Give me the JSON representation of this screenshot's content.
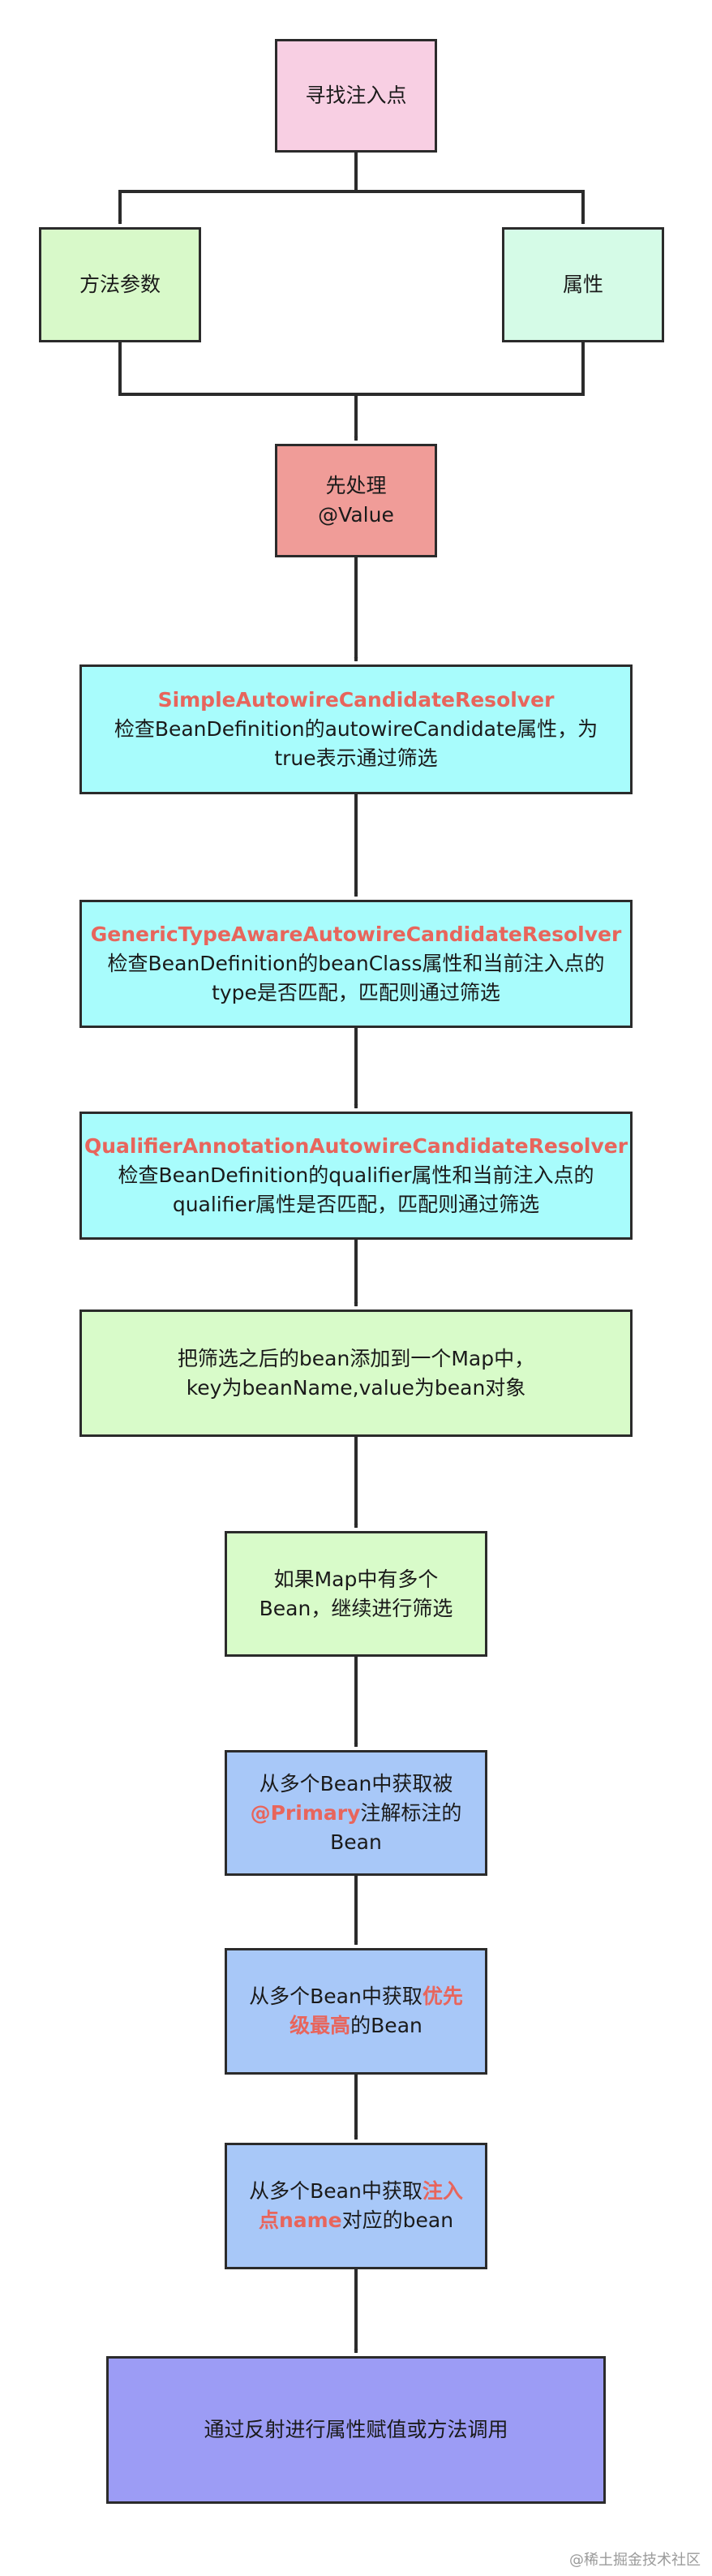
{
  "nodes": {
    "find_injection_point": {
      "text": "寻找注入点"
    },
    "method_param": {
      "text": "方法参数"
    },
    "property": {
      "text": "属性"
    },
    "process_value": {
      "line1": "先处理",
      "line2": "@Value"
    },
    "simple_resolver": {
      "title": "SimpleAutowireCandidateResolver",
      "line1": "检查BeanDefinition的autowireCandidate属性，为",
      "line2": "true表示通过筛选"
    },
    "generic_resolver": {
      "title": "GenericTypeAwareAutowireCandidateResolver",
      "line1": "检查BeanDefinition的beanClass属性和当前注入点的",
      "line2": "type是否匹配，匹配则通过筛选"
    },
    "qualifier_resolver": {
      "title": "QualifierAnnotationAutowireCandidateResolver",
      "line1": "检查BeanDefinition的qualifier属性和当前注入点的",
      "line2": "qualifier属性是否匹配，匹配则通过筛选"
    },
    "add_to_map": {
      "line1": "把筛选之后的bean添加到一个Map中，",
      "line2": "key为beanName,value为bean对象"
    },
    "multiple_beans": {
      "line1": "如果Map中有多个",
      "line2": "Bean，继续进行筛选"
    },
    "primary_bean": {
      "pre": "从多个Bean中获取被",
      "highlight": "@Primary",
      "post": "注解标注的",
      "line3": "Bean"
    },
    "highest_priority": {
      "pre": "从多个Bean中获取",
      "highlight1": "优先",
      "highlight2": "级最高",
      "post": "的Bean"
    },
    "by_name": {
      "pre": "从多个Bean中获取",
      "highlight1": "注入",
      "highlight2": "点name",
      "post": "对应的bean"
    },
    "reflection": {
      "text": "通过反射进行属性赋值或方法调用"
    }
  },
  "watermark": "@稀土掘金技术社区",
  "colors": {
    "stroke": "#2b2b2b",
    "highlight": "#e8655c",
    "pink": "#f8cfe3",
    "green": "#d8f9c9",
    "mint": "#d5fbe7",
    "red": "#f09c98",
    "cyan": "#a8fcfc",
    "blue": "#a8c8f8",
    "purple": "#9c9cf5"
  }
}
